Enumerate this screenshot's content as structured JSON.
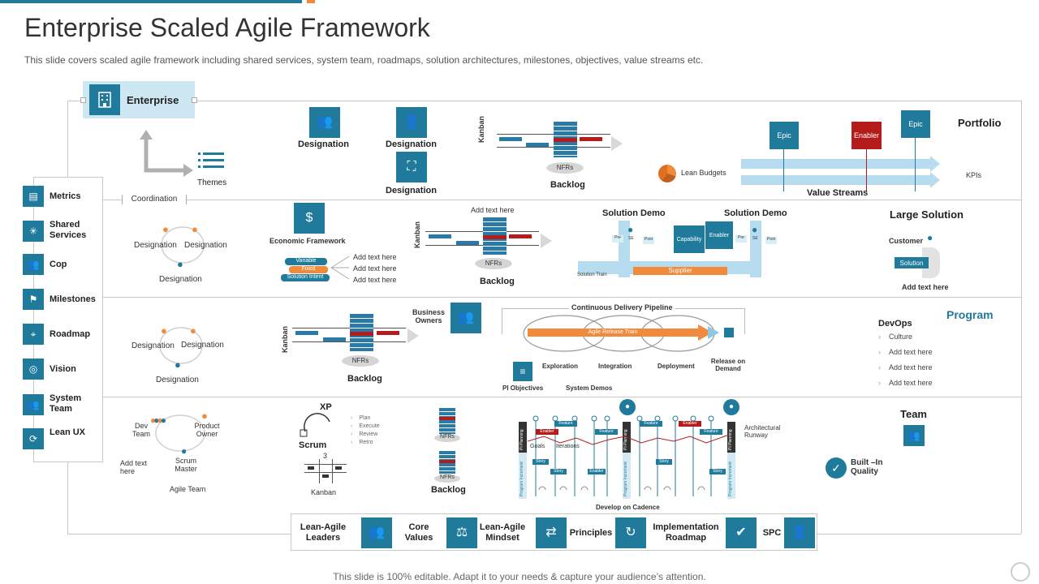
{
  "header": {
    "title": "Enterprise Scaled Agile Framework",
    "subtitle": "This slide covers scaled agile framework including shared services, system team, roadmaps, solution architectures, milestones, objectives, value streams etc."
  },
  "enterprise": {
    "label": "Enterprise",
    "themes": "Themes"
  },
  "sidebar": {
    "items": [
      {
        "label": "Metrics",
        "icon": "chart-icon"
      },
      {
        "label": "Shared Services",
        "icon": "network-icon"
      },
      {
        "label": "Cop",
        "icon": "group-icon"
      },
      {
        "label": "Milestones",
        "icon": "flag-icon"
      },
      {
        "label": "Roadmap",
        "icon": "map-icon"
      },
      {
        "label": "Vision",
        "icon": "binoculars-icon"
      },
      {
        "label": "System Team",
        "icon": "team-icon"
      },
      {
        "label": "Lean UX",
        "icon": "cycle-icon"
      }
    ]
  },
  "portfolio": {
    "label": "Portfolio",
    "designation_1": "Designation",
    "designation_2": "Designation",
    "designation_3": "Designation",
    "kanban": "Kanban",
    "nfrs": "NFRs",
    "backlog": "Backlog",
    "lean_budgets": "Lean Budgets",
    "epic_1": "Epic",
    "epic_2": "Epic",
    "enabler": "Enabler",
    "kpis": "KPIs",
    "value_streams": "Value Streams"
  },
  "large_solution": {
    "label": "Large Solution",
    "coordination": "Coordination",
    "designation_1": "Designation",
    "designation_2": "Designation",
    "designation_3": "Designation",
    "economic_framework": "Economic Framework",
    "variable": "Variable",
    "fixed": "Fixed",
    "solution_intent": "Solution Intent",
    "add_text_1": "Add text here",
    "add_text_2": "Add text here",
    "add_text_3": "Add text here",
    "add_text_top": "Add text here",
    "kanban": "Kanban",
    "nfrs": "NFRs",
    "backlog": "Backlog",
    "solution_demo_1": "Solution Demo",
    "solution_demo_2": "Solution Demo",
    "pre_1": "Pre",
    "pre_2": "Pre",
    "post_1": "Post",
    "post_2": "Post",
    "se_1": "SE",
    "se_2": "SE",
    "capability": "Capability",
    "enabler": "Enabler",
    "supplier": "Supplier",
    "solution_train": "Solution Train",
    "customer": "Customer",
    "solution": "Solution",
    "add_text_customer": "Add text here"
  },
  "program": {
    "label": "Program",
    "designation_1": "Designation",
    "designation_2": "Designation",
    "designation_3": "Designation",
    "kanban": "Kanban",
    "nfrs": "NFRs",
    "backlog": "Backlog",
    "business_owners": "Business Owners",
    "pipeline": "Continuous Delivery Pipeline",
    "release_train": "Agile Release Train",
    "exploration": "Exploration",
    "integration": "Integration",
    "deployment": "Deployment",
    "release_on_demand": "Release on Demand",
    "pi_objectives": "PI Objectives",
    "system_demos": "System  Demos",
    "devops": "DevOps",
    "devops_items": [
      "Culture",
      "Add text here",
      "Add text here",
      "Add text here"
    ]
  },
  "team": {
    "label": "Team",
    "dev_team": "Dev Team",
    "product_owner": "Product Owner",
    "scrum_master": "Scrum Master",
    "add_text": "Add text here",
    "agile_team": "Agile Team",
    "xp": "XP",
    "scrum": "Scrum",
    "scrum_steps": [
      "Plan",
      "Execute",
      "Review",
      "Retro"
    ],
    "kanban_num": "3",
    "kanban": "Kanban",
    "nfrs_1": "NFRs",
    "nfrs_2": "NFRs",
    "backlog": "Backlog",
    "goals": "Goals",
    "iterations": "Iterations",
    "pi_planning_1": "PI Planning",
    "pi_planning_2": "PI Planning",
    "pi_planning_3": "PI Planning",
    "program_increment_1": "Program Increment",
    "program_increment_2": "Program Increment",
    "program_increment_3": "Program Increment",
    "feature_1": "Feature",
    "feature_2": "Feature",
    "feature_3": "Feature",
    "feature_4": "Feature",
    "enabler_1": "Enabler",
    "enabler_2": "Enabler",
    "enabler_3": "Enabler",
    "story_1": "Story",
    "story_2": "Story",
    "story_3": "Story",
    "story_4": "Story",
    "architectural_runway": "Architectural Runway",
    "develop_on_cadence": "Develop on Cadence",
    "built_in_quality": "Built –In Quality"
  },
  "footer_bar": {
    "items": [
      {
        "label": "Lean-Agile Leaders",
        "icon": "leaders-icon"
      },
      {
        "label": "Core Values",
        "icon": "values-icon"
      },
      {
        "label": "Lean-Agile Mindset",
        "icon": "mindset-icon"
      },
      {
        "label": "Principles",
        "icon": "principles-icon"
      },
      {
        "label": "Implementation Roadmap",
        "icon": "roadmap-icon"
      },
      {
        "label": "SPC",
        "icon": "person-icon"
      }
    ]
  },
  "footer_note": "This slide is 100% editable. Adapt it to your needs & capture your audience’s attention.",
  "colors": {
    "teal": "#1f7a9c",
    "red": "#b41c1c",
    "orange": "#f08a3c",
    "light_blue": "#b8dcef"
  }
}
